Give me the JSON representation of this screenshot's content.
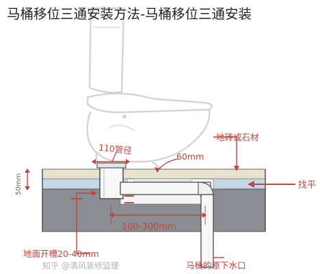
{
  "title": "马桶移位三通安装方法-马桶移位三通安装",
  "diagram": {
    "labels": {
      "tile_or_stone": "地砖或石材",
      "pipe_110": "110管径",
      "height_50": "50mm",
      "depth_60": "60mm",
      "level": "找平",
      "distance_100_300": "100-300mm",
      "groove_depth": "地面开槽20-40mm",
      "original_drain": "马桶的原下水口"
    },
    "watermark": "知乎 @清风装修监理",
    "colors": {
      "annotation": "#c0453f",
      "slab": "#8a8d93",
      "screed": "#c5d6e6",
      "tile": "#e8e2cf",
      "toilet_outline": "#d9d9d9"
    }
  }
}
